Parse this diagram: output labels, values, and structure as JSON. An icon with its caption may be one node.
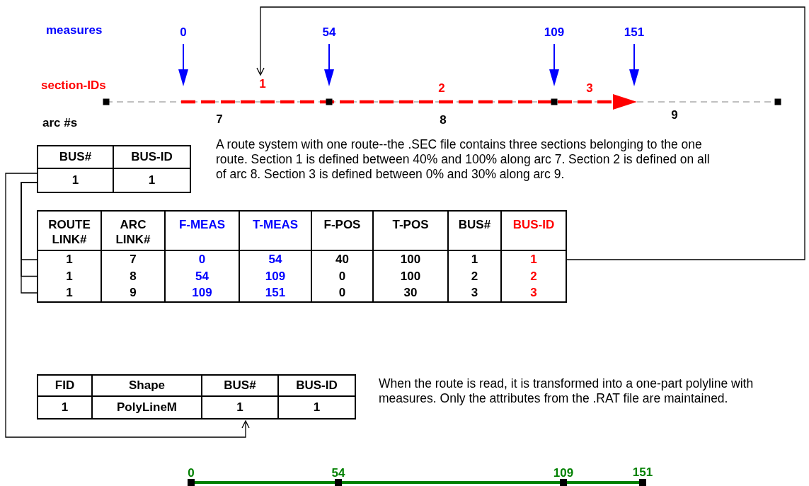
{
  "diagram": {
    "nodes": [
      {
        "text": [
          "BUS#",
          "BUS-ID",
          "1",
          "1"
        ]
      },
      {
        "text": [
          "ROUTE LINK#",
          "ARC LINK#",
          "F-MEAS",
          "T-MEAS",
          "F-POS",
          "T-POS",
          "BUS#",
          "BUS-ID"
        ]
      },
      {
        "text": [
          "1",
          "7",
          "0",
          "54",
          "40",
          "100",
          "1",
          "1"
        ],
        "in": 1
      },
      {
        "text": [
          "1",
          "8",
          "54",
          "109",
          "0",
          "100",
          "2",
          "2"
        ],
        "in": 1
      },
      {
        "text": [
          "1",
          "9",
          "109",
          "151",
          "0",
          "30",
          "3",
          "3"
        ],
        "in": 1
      },
      {
        "text": [
          "FID",
          "Shape",
          "BUS#",
          "BUS-ID",
          "1",
          "PolyLineM",
          "1",
          "1"
        ]
      },
      {
        "text": [
          "1"
        ]
      }
    ],
    "edges": [
      {
        "from": 0,
        "to": 2,
        "arrow": "none"
      },
      {
        "from": 0,
        "to": 3,
        "arrow": "none"
      },
      {
        "from": 0,
        "to": 4,
        "arrow": "none"
      },
      {
        "from": 0,
        "to": 5,
        "arrow": "to"
      },
      {
        "from": 2,
        "to": 6,
        "arrow": "to"
      }
    ],
    "labels": [
      "measures",
      "0",
      "54",
      "109",
      "151",
      "section-IDs",
      "2",
      "3",
      "arc #s",
      "7",
      "8",
      "9",
      "A route system with one route--the .SEC file contains three sections belonging to the one route. Section 1 is defined between 40% and 100% along arc 7. Section 2 is defined on all of arc 8. Section 3 is defined between 0% and 30% along arc 9.",
      "When the route is read, it is transformed into a one-part polyline with measures. Only the attributes from the .RAT file are maintained.",
      "0",
      "54",
      "109",
      "151"
    ]
  }
}
